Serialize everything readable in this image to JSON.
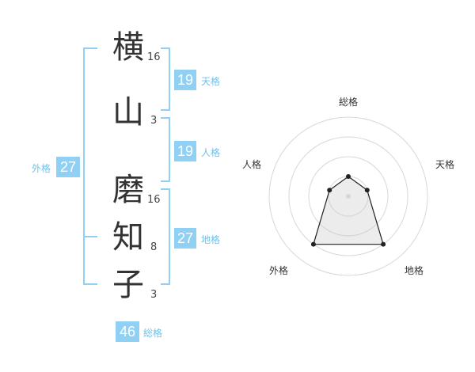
{
  "name": {
    "chars": [
      {
        "char": "横",
        "strokes": "16"
      },
      {
        "char": "山",
        "strokes": "3"
      },
      {
        "char": "磨",
        "strokes": "16"
      },
      {
        "char": "知",
        "strokes": "8"
      },
      {
        "char": "子",
        "strokes": "3"
      }
    ]
  },
  "fortunes": {
    "tenkaku": {
      "label": "天格",
      "value": "19"
    },
    "jinkaku": {
      "label": "人格",
      "value": "19"
    },
    "chikaku": {
      "label": "地格",
      "value": "27"
    },
    "gaikaku": {
      "label": "外格",
      "value": "27"
    },
    "soukaku": {
      "label": "総格",
      "value": "46"
    }
  },
  "radar": {
    "axes": [
      "総格",
      "天格",
      "地格",
      "外格",
      "人格"
    ],
    "levels": 4,
    "values": [
      1,
      1,
      3,
      3,
      1
    ],
    "max": 4
  },
  "colors": {
    "accent": "#8fd0f4",
    "accent_text": "#6cc2ef",
    "text": "#333333"
  }
}
